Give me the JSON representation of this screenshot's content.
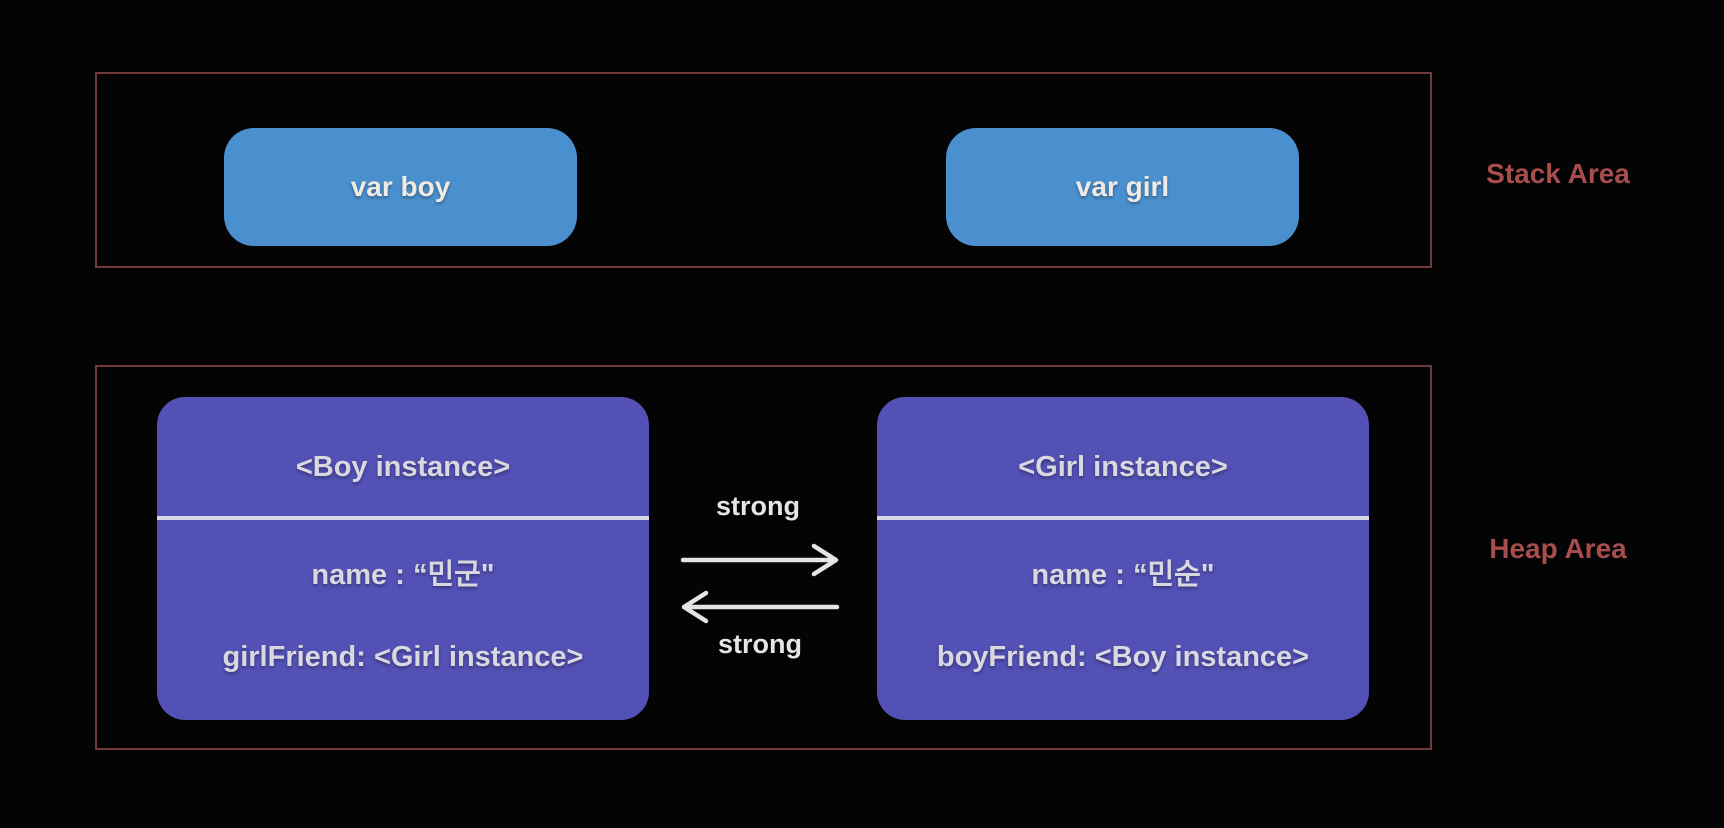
{
  "diagram_title": "strong reference cycle memory diagram",
  "colors": {
    "background": "#040404",
    "area_border": "#713a3b",
    "area_label": "#a84d4d",
    "stack_var_fill": "#4b90ce",
    "instance_fill": "#5351b5",
    "button_text": "#efeae4",
    "card_text": "#d9d7e0",
    "divider": "#d8d7e6",
    "arrow": "#e7e5e2"
  },
  "stack_area": {
    "label": "Stack Area",
    "variables": [
      {
        "label": "var boy"
      },
      {
        "label": "var girl"
      }
    ]
  },
  "heap_area": {
    "label": "Heap Area",
    "instances": [
      {
        "title": "<Boy instance>",
        "fields": [
          "name : “민군\"",
          "girlFriend: <Girl instance>"
        ]
      },
      {
        "title": "<Girl instance>",
        "fields": [
          "name : “민순\"",
          "boyFriend: <Boy instance>"
        ]
      }
    ],
    "references": {
      "boy_to_girl": {
        "label": "strong",
        "direction": "right"
      },
      "girl_to_boy": {
        "label": "strong",
        "direction": "left"
      }
    }
  }
}
